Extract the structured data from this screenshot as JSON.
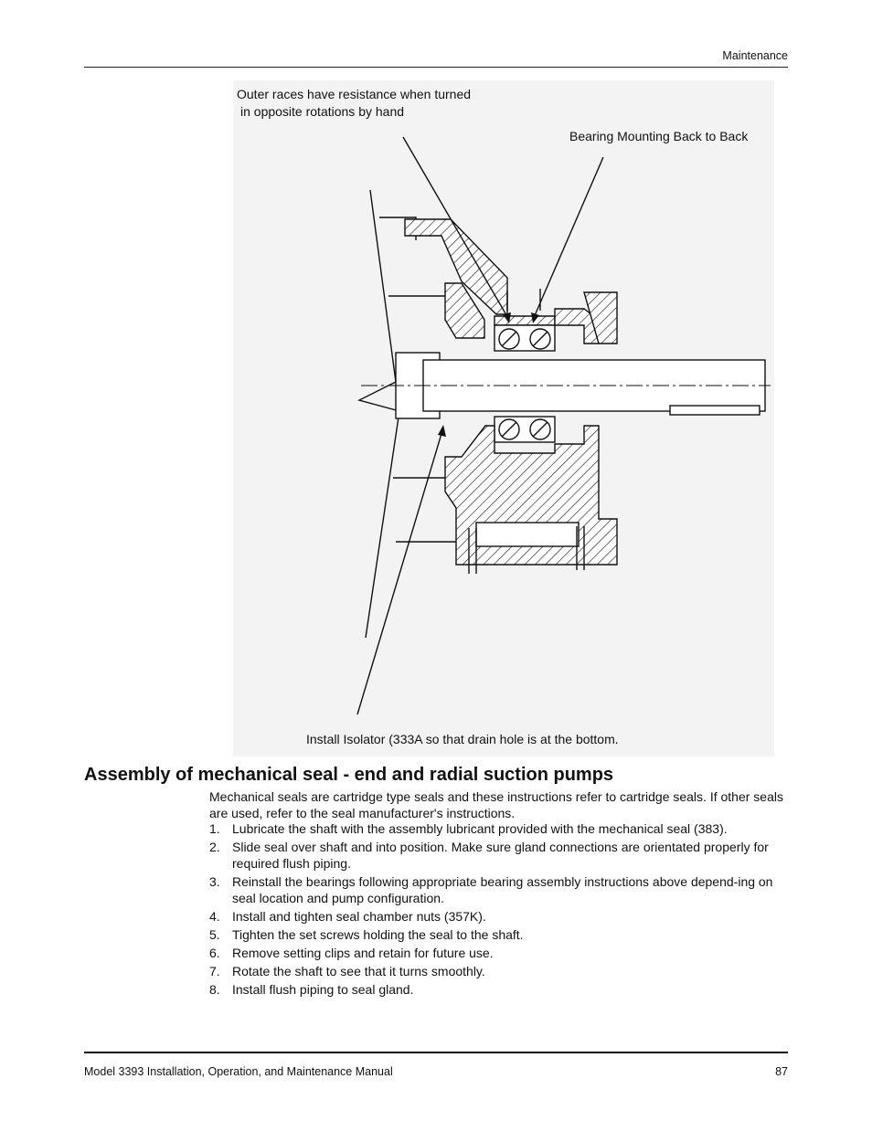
{
  "header": {
    "section": "Maintenance"
  },
  "figure": {
    "label_outer_races_line1": "Outer races have resistance when turned",
    "label_outer_races_line2": "in opposite rotations by hand",
    "label_bearing_mounting": "Bearing Mounting Back to Back",
    "label_install_isolator": "Install Isolator (333A so that drain hole is at the bottom."
  },
  "section": {
    "title": "Assembly of mechanical seal - end and radial suction pumps",
    "intro": "Mechanical seals are cartridge type seals and these instructions refer to cartridge seals. If other seals are used, refer to the seal manufacturer's instructions.",
    "steps": [
      {
        "num": "1.",
        "text": "Lubricate the shaft with the assembly lubricant provided with the mechanical seal (383)."
      },
      {
        "num": "2.",
        "text": "Slide seal over shaft and into position. Make sure gland connections are orientated properly for required flush piping."
      },
      {
        "num": "3.",
        "text": "Reinstall the bearings following appropriate bearing assembly instructions above depend-ing on seal location and pump configuration."
      },
      {
        "num": "4.",
        "text": "Install and tighten seal chamber nuts (357K)."
      },
      {
        "num": "5.",
        "text": "Tighten the set screws holding the seal to the shaft."
      },
      {
        "num": "6.",
        "text": "Remove setting clips and retain for future use."
      },
      {
        "num": "7.",
        "text": "Rotate the shaft to see that it turns smoothly."
      },
      {
        "num": "8.",
        "text": "Install flush piping to seal gland."
      }
    ]
  },
  "footer": {
    "manual_title": "Model 3393 Installation, Operation, and Maintenance Manual",
    "page_number": "87"
  }
}
